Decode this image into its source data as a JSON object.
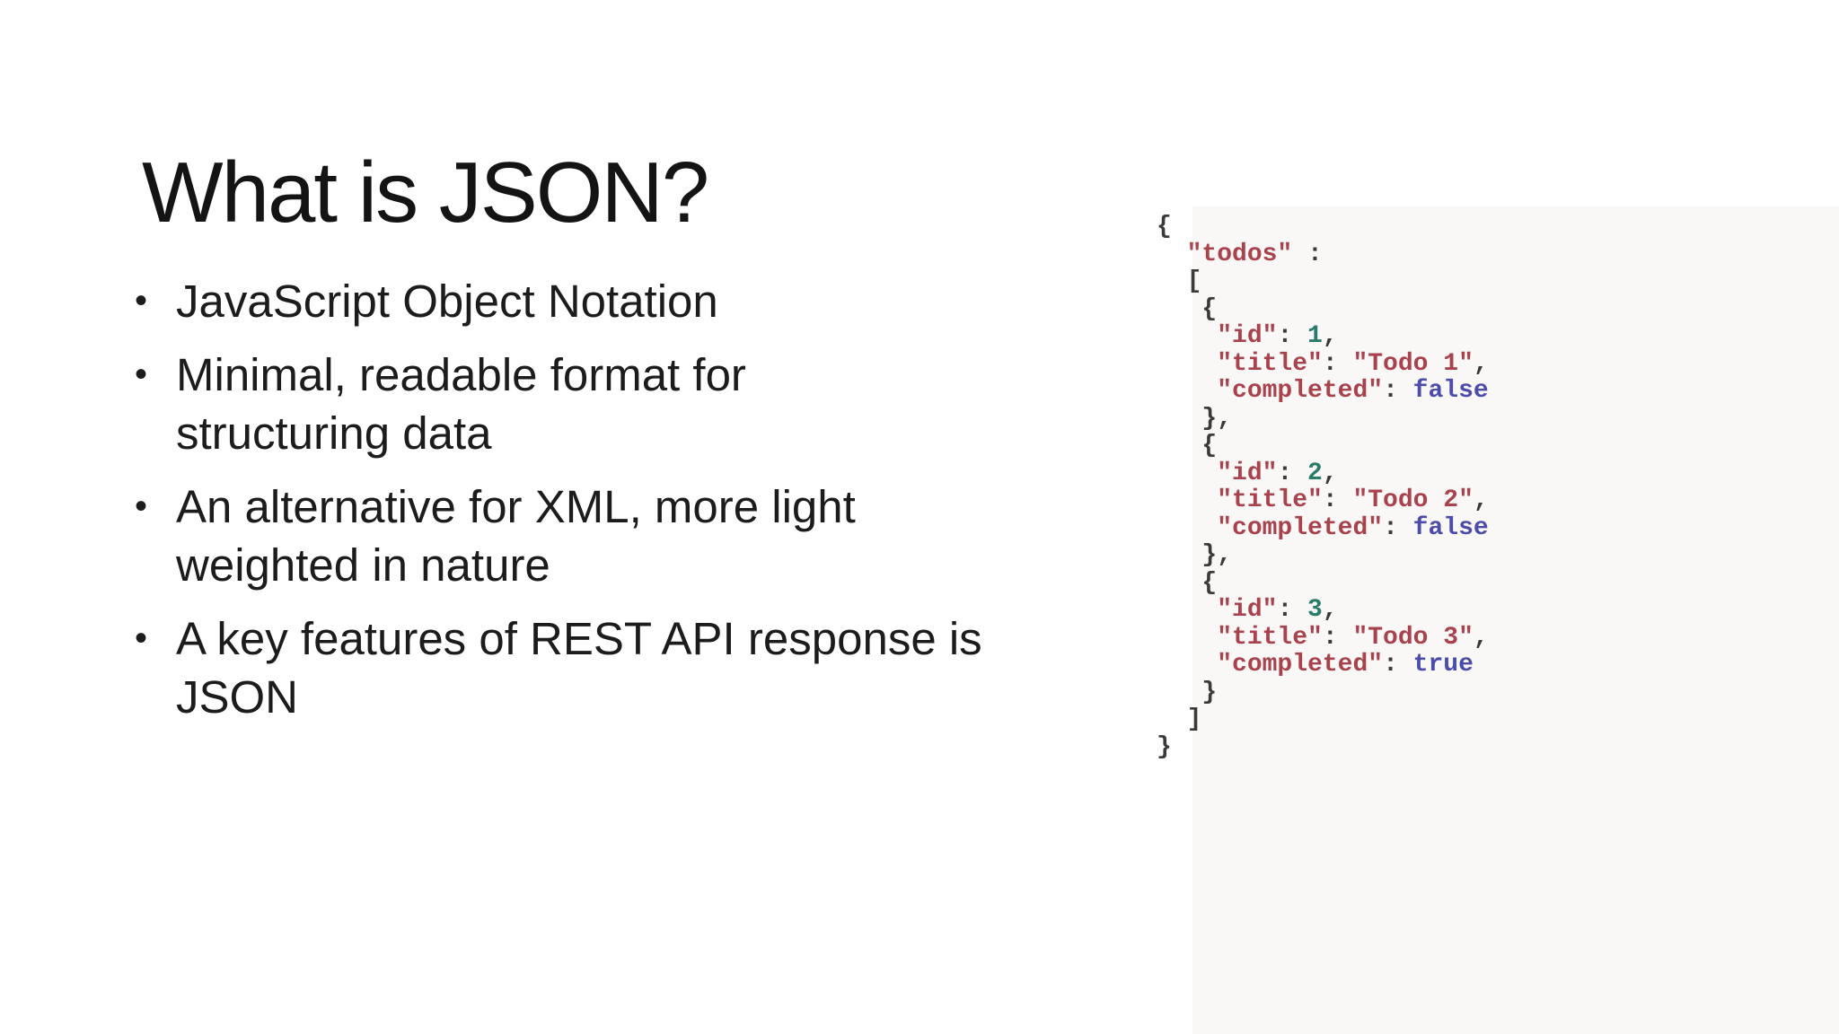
{
  "slide": {
    "title": "What is JSON?",
    "bullets": [
      {
        "marker": "•",
        "text": "JavaScript Object Notation"
      },
      {
        "marker": "•",
        "text": "Minimal, readable format for\nstructuring data"
      },
      {
        "marker": "•",
        "text": "An alternative for XML, more light\nweighted in nature"
      },
      {
        "marker": "•",
        "text": "A key features of REST API response is\nJSON"
      }
    ]
  },
  "code": {
    "language": "json",
    "token_colors": {
      "punc": "#3a3a3a",
      "key": "#a8424d",
      "str": "#a8424d",
      "num": "#2b7b6a",
      "bool": "#4c4caa"
    },
    "lines": [
      [
        {
          "text": "{",
          "type": "punc"
        }
      ],
      [
        {
          "text": "  ",
          "type": "punc"
        },
        {
          "text": "\"todos\"",
          "type": "key"
        },
        {
          "text": " :",
          "type": "punc"
        }
      ],
      [
        {
          "text": "  [",
          "type": "punc"
        }
      ],
      [
        {
          "text": "   {",
          "type": "punc"
        }
      ],
      [
        {
          "text": "    ",
          "type": "punc"
        },
        {
          "text": "\"id\"",
          "type": "key"
        },
        {
          "text": ": ",
          "type": "punc"
        },
        {
          "text": "1",
          "type": "num"
        },
        {
          "text": ",",
          "type": "punc"
        }
      ],
      [
        {
          "text": "    ",
          "type": "punc"
        },
        {
          "text": "\"title\"",
          "type": "key"
        },
        {
          "text": ": ",
          "type": "punc"
        },
        {
          "text": "\"Todo 1\"",
          "type": "str"
        },
        {
          "text": ",",
          "type": "punc"
        }
      ],
      [
        {
          "text": "    ",
          "type": "punc"
        },
        {
          "text": "\"completed\"",
          "type": "key"
        },
        {
          "text": ": ",
          "type": "punc"
        },
        {
          "text": "false",
          "type": "bool"
        }
      ],
      [
        {
          "text": "   },",
          "type": "punc"
        }
      ],
      [
        {
          "text": "   {",
          "type": "punc"
        }
      ],
      [
        {
          "text": "    ",
          "type": "punc"
        },
        {
          "text": "\"id\"",
          "type": "key"
        },
        {
          "text": ": ",
          "type": "punc"
        },
        {
          "text": "2",
          "type": "num"
        },
        {
          "text": ",",
          "type": "punc"
        }
      ],
      [
        {
          "text": "    ",
          "type": "punc"
        },
        {
          "text": "\"title\"",
          "type": "key"
        },
        {
          "text": ": ",
          "type": "punc"
        },
        {
          "text": "\"Todo 2\"",
          "type": "str"
        },
        {
          "text": ",",
          "type": "punc"
        }
      ],
      [
        {
          "text": "    ",
          "type": "punc"
        },
        {
          "text": "\"completed\"",
          "type": "key"
        },
        {
          "text": ": ",
          "type": "punc"
        },
        {
          "text": "false",
          "type": "bool"
        }
      ],
      [
        {
          "text": "   },",
          "type": "punc"
        }
      ],
      [
        {
          "text": "   {",
          "type": "punc"
        }
      ],
      [
        {
          "text": "    ",
          "type": "punc"
        },
        {
          "text": "\"id\"",
          "type": "key"
        },
        {
          "text": ": ",
          "type": "punc"
        },
        {
          "text": "3",
          "type": "num"
        },
        {
          "text": ",",
          "type": "punc"
        }
      ],
      [
        {
          "text": "    ",
          "type": "punc"
        },
        {
          "text": "\"title\"",
          "type": "key"
        },
        {
          "text": ": ",
          "type": "punc"
        },
        {
          "text": "\"Todo 3\"",
          "type": "str"
        },
        {
          "text": ",",
          "type": "punc"
        }
      ],
      [
        {
          "text": "    ",
          "type": "punc"
        },
        {
          "text": "\"completed\"",
          "type": "key"
        },
        {
          "text": ": ",
          "type": "punc"
        },
        {
          "text": "true",
          "type": "bool"
        }
      ],
      [
        {
          "text": "   }",
          "type": "punc"
        }
      ],
      [
        {
          "text": "  ]",
          "type": "punc"
        }
      ],
      [
        {
          "text": "}",
          "type": "punc"
        }
      ]
    ]
  }
}
